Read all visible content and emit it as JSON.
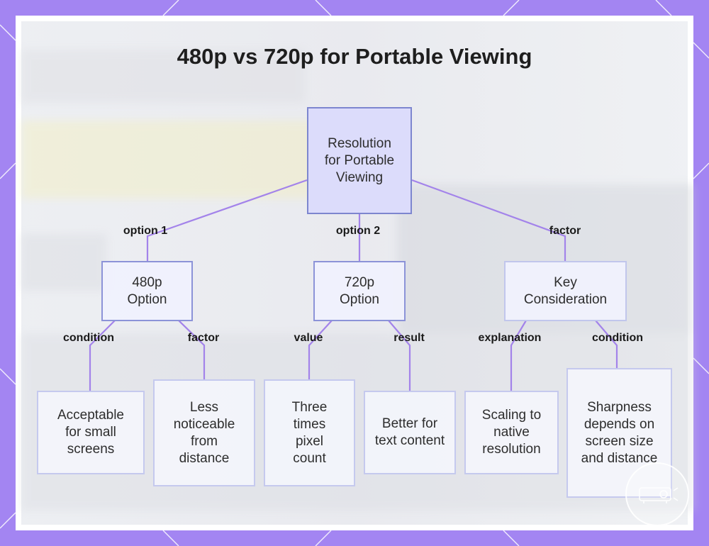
{
  "title": "480p vs 720p for Portable Viewing",
  "root": {
    "label": "Resolution for Portable Viewing"
  },
  "branches": [
    {
      "edge": "option 1",
      "label": "480p Option",
      "children": [
        {
          "edge": "condition",
          "label": "Acceptable for small screens"
        },
        {
          "edge": "factor",
          "label": "Less noticeable from distance"
        }
      ]
    },
    {
      "edge": "option 2",
      "label": "720p Option",
      "children": [
        {
          "edge": "value",
          "label": "Three times pixel count"
        },
        {
          "edge": "result",
          "label": "Better for text content"
        }
      ]
    },
    {
      "edge": "factor",
      "label": "Key Consideration",
      "children": [
        {
          "edge": "explanation",
          "label": "Scaling to native resolution"
        },
        {
          "edge": "condition",
          "label": "Sharpness depends on screen size and distance"
        }
      ]
    }
  ],
  "colors": {
    "border": "#a385f2",
    "connector": "#a383ea",
    "root_fill": "#dcdcfb"
  }
}
